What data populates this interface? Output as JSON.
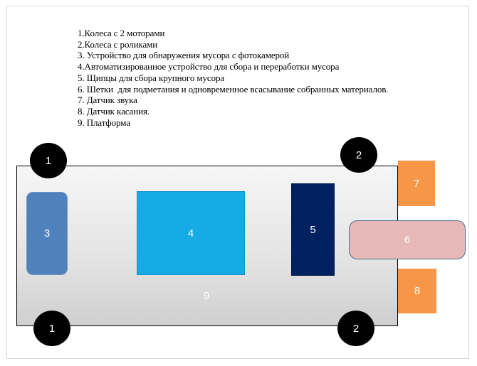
{
  "legend": {
    "items": [
      "1.Колеса с 2 моторами",
      "2.Колеса с роликами",
      "3. Устройство для обнаружения мусора с фотокамерой",
      "4.Автоматизированное устройство для сбора и переработки мусора",
      "5. Щипцы для сбора крупного мусора",
      "6. Шетки  для подметания и одновременное всасывание собранных материалов.",
      "7. Датчик звука",
      "8. Датчик касания.",
      "9. Платформа"
    ]
  },
  "diagram": {
    "platform_label": "9",
    "wheels": {
      "front_left": "1",
      "back_left": "1",
      "front_right": "2",
      "back_right": "2"
    },
    "components": {
      "camera_detector": "3",
      "processing_unit": "4",
      "tongs": "5",
      "brushes": "6",
      "sound_sensor": "7",
      "touch_sensor": "8"
    },
    "colors": {
      "camera_detector": "#4f81bd",
      "processing_unit": "#17abe6",
      "tongs": "#002060",
      "brushes": "#e6b9b8",
      "sensors": "#f79646",
      "wheels": "#000000"
    }
  }
}
